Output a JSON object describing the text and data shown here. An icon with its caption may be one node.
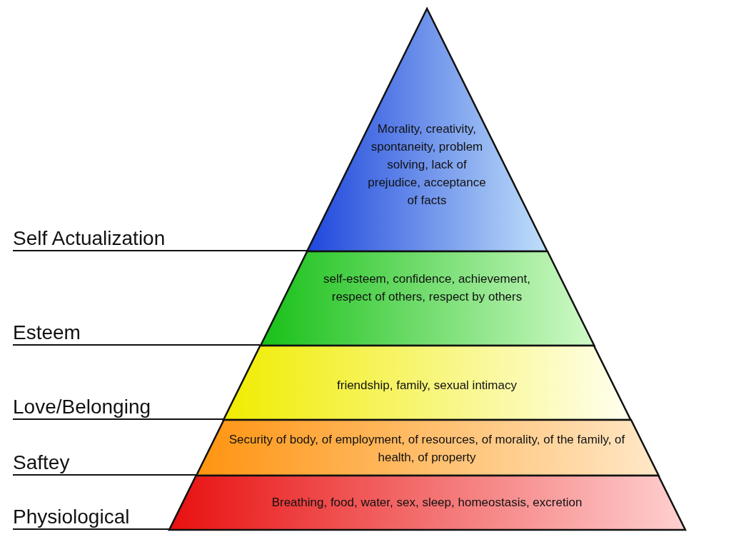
{
  "diagram": {
    "nodes": [
      {
        "text": [
          "Morality, creativity, spontaneity, problem solving, lack of prejudice, acceptance of facts"
        ]
      },
      {
        "text": [
          "self-esteem, confidence, achievement, respect of others, respect by others"
        ]
      },
      {
        "text": [
          "friendship, family, sexual intimacy"
        ]
      },
      {
        "text": [
          "Security of body, of employment, of resources, of morality, of the family, of health, of property"
        ]
      },
      {
        "text": [
          "Breathing, food, water, sex, sleep, homeostasis, excretion"
        ]
      },
      {
        "text": [
          "Self Actualization"
        ]
      },
      {
        "text": [
          "Esteem"
        ]
      },
      {
        "text": [
          "Love/Belonging"
        ]
      },
      {
        "text": [
          "Saftey"
        ]
      },
      {
        "text": [
          "Physiological"
        ]
      }
    ],
    "edges": [
      {
        "from": 5,
        "to": 0,
        "arrow": "none"
      },
      {
        "from": 6,
        "to": 1,
        "arrow": "none"
      },
      {
        "from": 7,
        "to": 2,
        "arrow": "none"
      },
      {
        "from": 8,
        "to": 3,
        "arrow": "none"
      },
      {
        "from": 9,
        "to": 4,
        "arrow": "none"
      }
    ]
  }
}
